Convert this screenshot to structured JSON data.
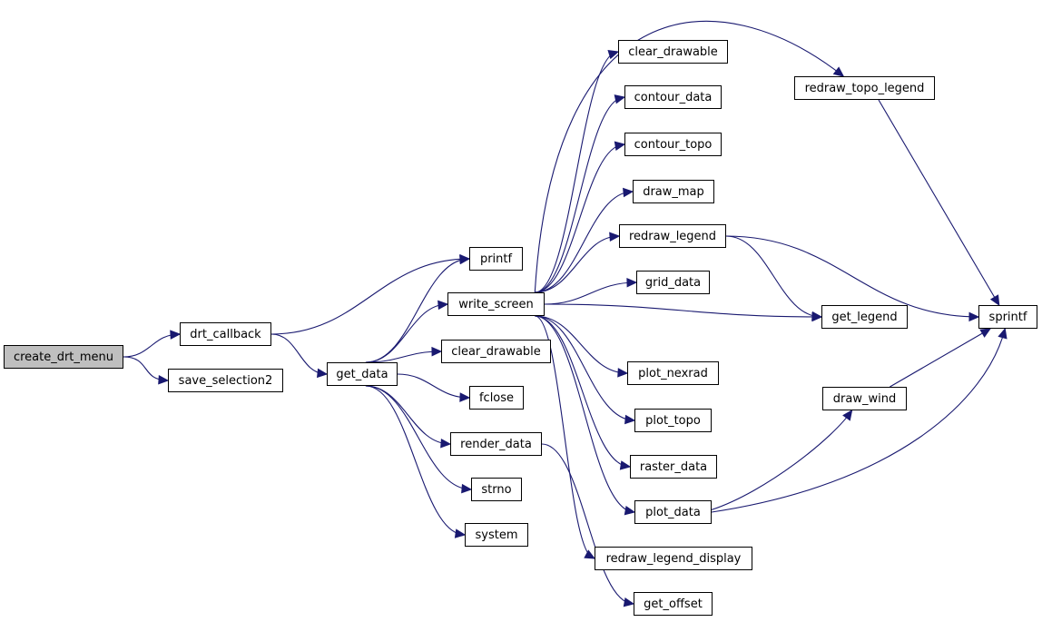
{
  "nodes": {
    "create_drt_menu": "create_drt_menu",
    "drt_callback": "drt_callback",
    "save_selection2": "save_selection2",
    "get_data": "get_data",
    "printf": "printf",
    "write_screen": "write_screen",
    "clear_drawable_1": "clear_drawable",
    "fclose": "fclose",
    "render_data": "render_data",
    "strno": "strno",
    "system": "system",
    "clear_drawable_2": "clear_drawable",
    "contour_data": "contour_data",
    "contour_topo": "contour_topo",
    "draw_map": "draw_map",
    "redraw_legend": "redraw_legend",
    "grid_data": "grid_data",
    "plot_nexrad": "plot_nexrad",
    "plot_topo": "plot_topo",
    "raster_data": "raster_data",
    "plot_data": "plot_data",
    "redraw_legend_display": "redraw_legend_display",
    "get_offset": "get_offset",
    "redraw_topo_legend": "redraw_topo_legend",
    "get_legend": "get_legend",
    "draw_wind": "draw_wind",
    "sprintf": "sprintf"
  },
  "colors": {
    "edge": "#191970",
    "root_fill": "#bfbfbf",
    "node_border": "#000000"
  },
  "edges": [
    [
      "create_drt_menu",
      "drt_callback"
    ],
    [
      "create_drt_menu",
      "save_selection2"
    ],
    [
      "drt_callback",
      "printf"
    ],
    [
      "drt_callback",
      "get_data"
    ],
    [
      "get_data",
      "printf"
    ],
    [
      "get_data",
      "write_screen"
    ],
    [
      "get_data",
      "clear_drawable_1"
    ],
    [
      "get_data",
      "fclose"
    ],
    [
      "get_data",
      "render_data"
    ],
    [
      "get_data",
      "strno"
    ],
    [
      "get_data",
      "system"
    ],
    [
      "write_screen",
      "clear_drawable_2"
    ],
    [
      "write_screen",
      "contour_data"
    ],
    [
      "write_screen",
      "contour_topo"
    ],
    [
      "write_screen",
      "draw_map"
    ],
    [
      "write_screen",
      "redraw_legend"
    ],
    [
      "write_screen",
      "grid_data"
    ],
    [
      "write_screen",
      "get_legend"
    ],
    [
      "write_screen",
      "plot_nexrad"
    ],
    [
      "write_screen",
      "plot_topo"
    ],
    [
      "write_screen",
      "raster_data"
    ],
    [
      "write_screen",
      "plot_data"
    ],
    [
      "write_screen",
      "redraw_legend_display"
    ],
    [
      "write_screen",
      "redraw_topo_legend"
    ],
    [
      "render_data",
      "get_offset"
    ],
    [
      "redraw_legend",
      "get_legend"
    ],
    [
      "redraw_legend",
      "sprintf"
    ],
    [
      "redraw_topo_legend",
      "sprintf"
    ],
    [
      "plot_data",
      "draw_wind"
    ],
    [
      "plot_data",
      "sprintf"
    ],
    [
      "draw_wind",
      "sprintf"
    ]
  ]
}
